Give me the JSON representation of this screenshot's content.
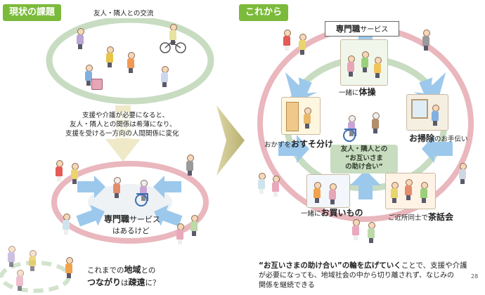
{
  "left_panel": {
    "badge": "現状の課題",
    "top_label": "友人・隣人との交流",
    "middle_text": [
      "支援や介護が必要になると、",
      "友人・隣人との関係は希薄になり、",
      "支援を受ける一方向の人間関係に変化"
    ],
    "center_title": "専門職",
    "center_title_suffix": "サービス",
    "center_sub": "はあるけど",
    "bottom_prefix": "これまでの",
    "bottom_bold1": "地域",
    "bottom_mid": "との",
    "bottom_bold2": "つながり",
    "bottom_mid2": "は",
    "bottom_bold3": "疎遠",
    "bottom_suffix": "に？"
  },
  "right_panel": {
    "badge": "これから",
    "top_box_bold": "専門職",
    "top_box_suffix": "サービス",
    "activity_exercise_prefix": "一緒に",
    "activity_exercise_bold": "体操",
    "activity_cleaning_bold": "お掃除",
    "activity_cleaning_suffix": "のお手伝い",
    "activity_share_prefix": "おかずを",
    "activity_share_bold": "おすそ分け",
    "center_line1": "友人・隣人との",
    "center_line2": "“お互いさま",
    "center_line3": "の助け合い”",
    "activity_shopping_prefix": "一緒に",
    "activity_shopping_bold": "お買いもの",
    "activity_tea_prefix": "ご近所同士で",
    "activity_tea_bold": "茶話会",
    "bottom_bold": "“お互いさまの助け合い”の輪を広げていく",
    "bottom_rest1": "ことで、支援や介護",
    "bottom_line2": "が必要になっても、地域社会の中から切り離されず、なじみの",
    "bottom_line3": "関係を継続できる",
    "page_number": "28"
  },
  "colors": {
    "badge_green": "#7cba3b",
    "ring_pink": "#e9b7bd",
    "ring_green": "#c7dcc1",
    "arrow_blue": "#9cc8ec",
    "arrow_khaki": "#c9c08a",
    "center_box_green": "#c8dcc0"
  }
}
